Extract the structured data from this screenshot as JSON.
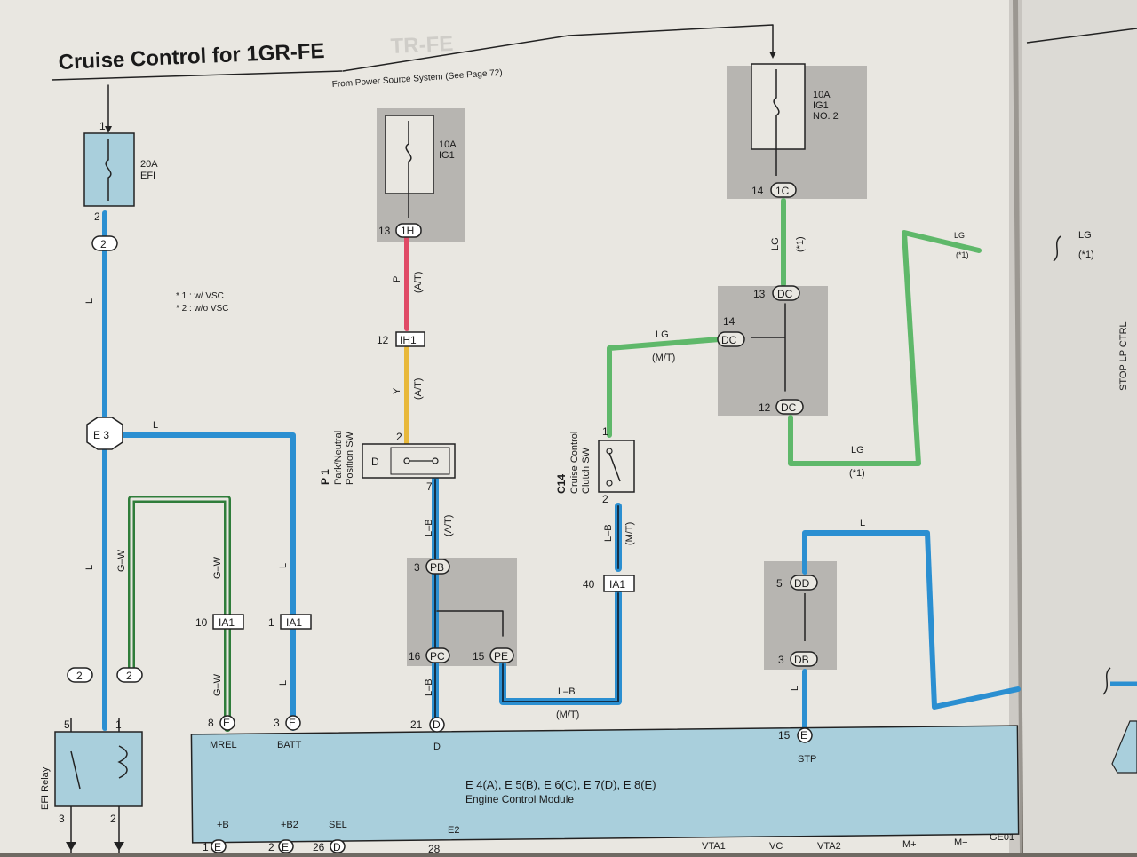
{
  "title": "Cruise Control for 1GR-FE",
  "ghost_title": "TR-FE",
  "header_note": "From Power Source System (See Page 72)",
  "notes": [
    "* 1 : w/ VSC",
    "* 2 : w/o VSC"
  ],
  "fuses": [
    {
      "amp": "20A",
      "name": "EFI",
      "name2": ""
    },
    {
      "amp": "10A",
      "name": "IG1",
      "name2": ""
    },
    {
      "amp": "10A",
      "name": "IG1",
      "name2": "NO. 2"
    }
  ],
  "connectors": {
    "c2_top": "2",
    "e3": "E 3",
    "ih13": "1H",
    "ih12": "IH1",
    "ia10": "IA1",
    "ia1": "IA1",
    "ia40": "IA1",
    "pb": "PB",
    "pc": "PC",
    "pe": "PE",
    "dc13": "DC",
    "dc14": "DC",
    "dc12": "DC",
    "c1c": "1C",
    "dd": "DD",
    "db": "DB",
    "c2_a": "2",
    "c2_b": "2",
    "e8": "E",
    "e3b": "E",
    "d21": "D",
    "e15": "E",
    "e1": "E",
    "e2b": "E",
    "d26": "D"
  },
  "pins": {
    "p1": "1",
    "p2": "2",
    "p13": "13",
    "p12": "12",
    "p2b": "2",
    "p7": "7",
    "p3": "3",
    "p16": "16",
    "p15": "15",
    "p10": "10",
    "p1b": "1",
    "p14": "14",
    "p13b": "13",
    "p14b": "14",
    "p12b": "12",
    "c14_1": "1",
    "c14_2": "2",
    "p40": "40",
    "p5": "5",
    "p3b": "3",
    "r5": "5",
    "r1": "1",
    "r3": "3",
    "r2": "2",
    "e8": "8",
    "e3": "3",
    "e21": "21",
    "e15": "15",
    "b1": "1",
    "b2": "2",
    "b26": "26",
    "b28": "28"
  },
  "wire_labels": {
    "l1": "L",
    "l2": "L",
    "l3": "L",
    "l4": "L",
    "l5": "L",
    "l6": "L",
    "l7": "L",
    "gw1": "G–W",
    "gw2": "G–W",
    "p": "P",
    "at1": "(A/T)",
    "y": "Y",
    "at2": "(A/T)",
    "lb1": "L–B",
    "at3": "(A/T)",
    "lb2": "L–B",
    "lb3": "L–B",
    "mt1": "(M/T)",
    "lb4": "L–B",
    "mt2": "(M/T)",
    "lg1": "LG",
    "s1": "(*1)",
    "lg2": "LG",
    "mt3": "(M/T)",
    "lg3": "LG",
    "s2": "(*1)",
    "lg4": "LG",
    "s3": "(*1)",
    "lg5": "LG",
    "s4": "(*1)"
  },
  "switches": {
    "p1_code": "P 1",
    "p1_name1": "Park/Neutral",
    "p1_name2": "Position SW",
    "p1_d": "D",
    "c14_code": "C14",
    "c14_name1": "Cruise Control",
    "c14_name2": "Clutch SW"
  },
  "relay": "EFI Relay",
  "ecm": {
    "codes": "E 4(A), E 5(B), E 6(C), E 7(D), E 8(E)",
    "name": "Engine Control Module",
    "t_mrel": "MREL",
    "t_batt": "BATT",
    "t_d": "D",
    "t_stp": "STP",
    "t_b": "+B",
    "t_b2": "+B2",
    "t_sel": "SEL",
    "t_e2": "E2",
    "t_vta1": "VTA1",
    "t_vc": "VC",
    "t_vta2": "VTA2",
    "t_mp": "M+",
    "t_mm": "M−",
    "t_ge01": "GE01"
  },
  "side_text": "STOP LP CTRL",
  "colors": {
    "blue": "#2b8fd1",
    "green": "#5fb86a",
    "pink": "#e04a66",
    "yellow": "#e8b83a",
    "ecm": "#a9cfdc",
    "paper": "#e9e7e1"
  }
}
